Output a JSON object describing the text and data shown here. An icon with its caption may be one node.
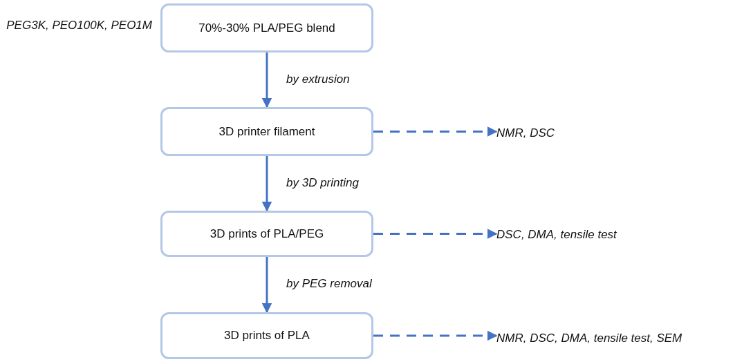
{
  "diagram": {
    "nodes": [
      {
        "text": [
          "70%-30% PLA/PEG blend"
        ],
        "beside": [
          "PEG3K, PEO100K, PEO1M"
        ]
      },
      {
        "text": [
          "3D printer filament"
        ]
      },
      {
        "text": [
          "3D prints of PLA/PEG"
        ]
      },
      {
        "text": [
          "3D prints of PLA"
        ]
      },
      {
        "text": [
          "NMR, DSC"
        ]
      },
      {
        "text": [
          "DSC, DMA, tensile test"
        ]
      },
      {
        "text": [
          "NMR, DSC, DMA, tensile test, SEM"
        ]
      }
    ],
    "edges": [
      {
        "from": 0,
        "to": 1,
        "arrow": "to",
        "label": "by extrusion"
      },
      {
        "from": 1,
        "to": 2,
        "arrow": "to",
        "label": "by 3D printing"
      },
      {
        "from": 2,
        "to": 3,
        "arrow": "to",
        "label": "by PEG removal"
      },
      {
        "from": 1,
        "to": 4,
        "arrow": "to",
        "style": "dashed"
      },
      {
        "from": 2,
        "to": 5,
        "arrow": "to",
        "style": "dashed"
      },
      {
        "from": 3,
        "to": 6,
        "arrow": "to",
        "style": "dashed"
      }
    ]
  }
}
